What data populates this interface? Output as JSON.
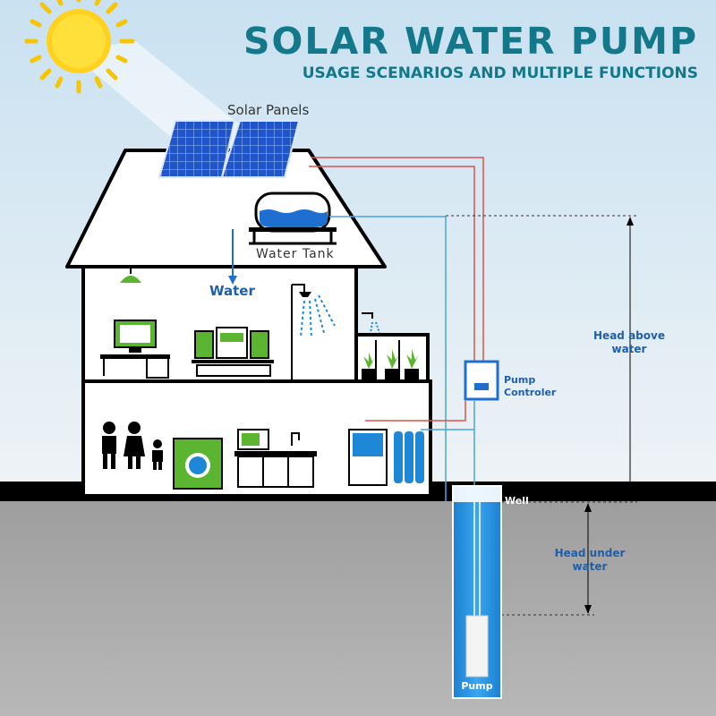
{
  "header": {
    "title": "SOLAR WATER PUMP",
    "subtitle": "USAGE SCENARIOS AND MULTIPLE FUNCTIONS"
  },
  "labels": {
    "solar_panels": "Solar Panels",
    "water_tank": "Water Tank",
    "water": "Water",
    "pump_controller": "Pump\nControler",
    "head_above_water": "Head above\nwater",
    "well": "Well",
    "head_under_water": "Head under\nwater",
    "pump": "Pump"
  },
  "colors": {
    "title": "#12788a",
    "label_blue": "#1f5fa8",
    "accent_green": "#5cb531",
    "water_blue": "#1e88d6",
    "wire_red": "#d9534f",
    "ground": "#9a9a9a"
  }
}
